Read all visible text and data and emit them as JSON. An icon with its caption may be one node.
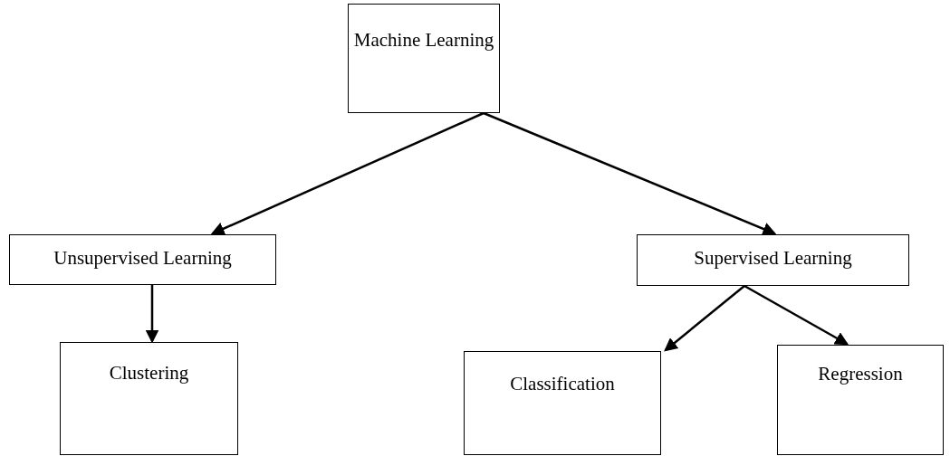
{
  "diagram": {
    "nodes": [
      {
        "text": [
          "Machine Learning"
        ]
      },
      {
        "text": [
          "Unsupervised Learning"
        ]
      },
      {
        "text": [
          "Supervised Learning"
        ]
      },
      {
        "text": [
          "Clustering"
        ]
      },
      {
        "text": [
          "Classification"
        ]
      },
      {
        "text": [
          "Regression"
        ]
      }
    ],
    "edges": [
      {
        "from": 0,
        "to": 1,
        "arrow": "to"
      },
      {
        "from": 0,
        "to": 2,
        "arrow": "to"
      },
      {
        "from": 1,
        "to": 3,
        "arrow": "to"
      },
      {
        "from": 2,
        "to": 4,
        "arrow": "to"
      },
      {
        "from": 2,
        "to": 5,
        "arrow": "to"
      }
    ]
  }
}
